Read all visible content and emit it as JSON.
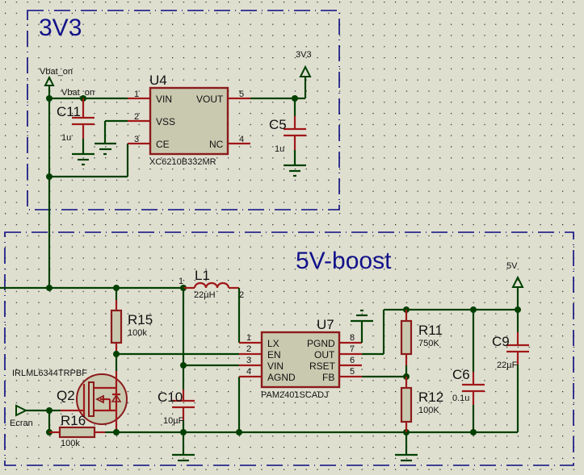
{
  "blocks": {
    "v33": {
      "title": "3V3"
    },
    "boost": {
      "title": "5V-boost"
    }
  },
  "nets": {
    "vbat_top": "Vbat_on",
    "vbat_wire": "Vbat_on",
    "v33": "3V3",
    "v5": "5V",
    "ecran": "Ecran"
  },
  "u4": {
    "ref": "U4",
    "part": "XC6210B332MR",
    "pins": [
      {
        "num": "1",
        "name": "VIN"
      },
      {
        "num": "2",
        "name": "VSS"
      },
      {
        "num": "3",
        "name": "CE"
      },
      {
        "num": "5",
        "name": "VOUT"
      },
      {
        "num": "4",
        "name": "NC"
      }
    ]
  },
  "u7": {
    "ref": "U7",
    "part": "PAM2401SCADJ",
    "pins": [
      {
        "num": "1",
        "name": "LX"
      },
      {
        "num": "2",
        "name": "EN"
      },
      {
        "num": "3",
        "name": "VIN"
      },
      {
        "num": "4",
        "name": "AGND"
      },
      {
        "num": "8",
        "name": "PGND"
      },
      {
        "num": "7",
        "name": "OUT"
      },
      {
        "num": "6",
        "name": "RSET"
      },
      {
        "num": "5",
        "name": "FB"
      }
    ]
  },
  "components": {
    "c11": {
      "ref": "C11",
      "value": "1u"
    },
    "c5": {
      "ref": "C5",
      "value": "1u"
    },
    "l1": {
      "ref": "L1",
      "value": "22µH",
      "pin1": "1",
      "pin2": "2"
    },
    "r15": {
      "ref": "R15",
      "value": "100k"
    },
    "r16": {
      "ref": "R16",
      "value": "100k"
    },
    "q2": {
      "ref": "Q2",
      "part": "IRLML6344TRPBF"
    },
    "c10": {
      "ref": "C10",
      "value": "10µF"
    },
    "r11": {
      "ref": "R11",
      "value": "750K"
    },
    "r12": {
      "ref": "R12",
      "value": "100K"
    },
    "c6": {
      "ref": "C6",
      "value": "0.1u"
    },
    "c9": {
      "ref": "C9",
      "value": "22µF"
    }
  },
  "colors": {
    "background": "#dfdfd0",
    "wire": "#004000",
    "pin": "#a01818",
    "block_border": "#0a0a80",
    "chip_fill": "#c9c9b0"
  }
}
